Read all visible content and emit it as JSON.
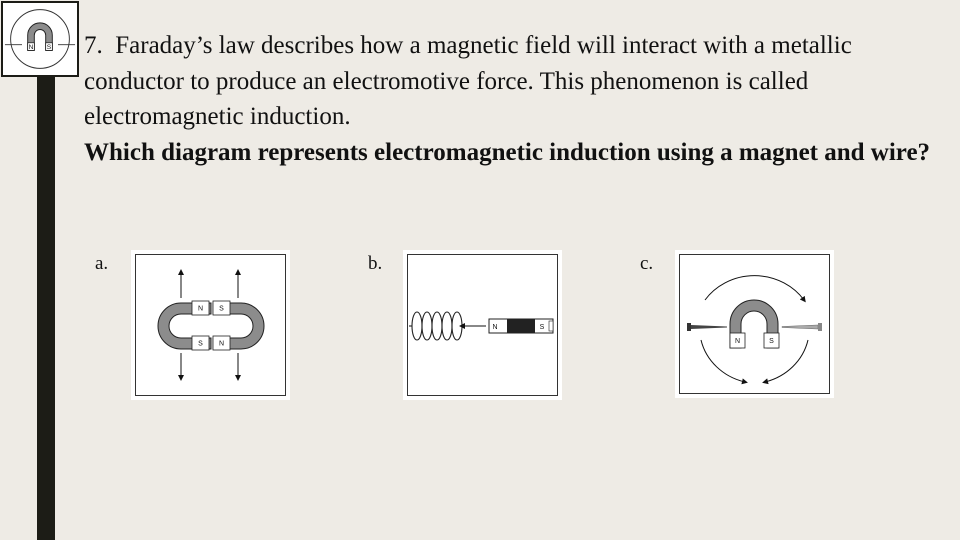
{
  "question": {
    "number": "7.",
    "intro": "Faraday’s law describes how a magnetic field will interact with a metallic conductor to produce an electromotive force. This phenomenon is called electromagnetic induction.",
    "prompt": "Which diagram represents electromagnetic induction using a magnet and wire?"
  },
  "options": [
    {
      "letter": "a.",
      "top_magnet_poles": [
        "N",
        "S"
      ],
      "bottom_magnet_poles": [
        "S",
        "N"
      ]
    },
    {
      "letter": "b.",
      "bar_magnet_poles": [
        "N",
        "S"
      ]
    },
    {
      "letter": "c.",
      "horseshoe_poles": [
        "N",
        "S"
      ]
    }
  ],
  "logo": {
    "poles": [
      "N",
      "S"
    ]
  },
  "colors": {
    "background": "#eeebe5",
    "sidebar": "#1c1c16",
    "magnet_gray": "#8c8c8c"
  }
}
